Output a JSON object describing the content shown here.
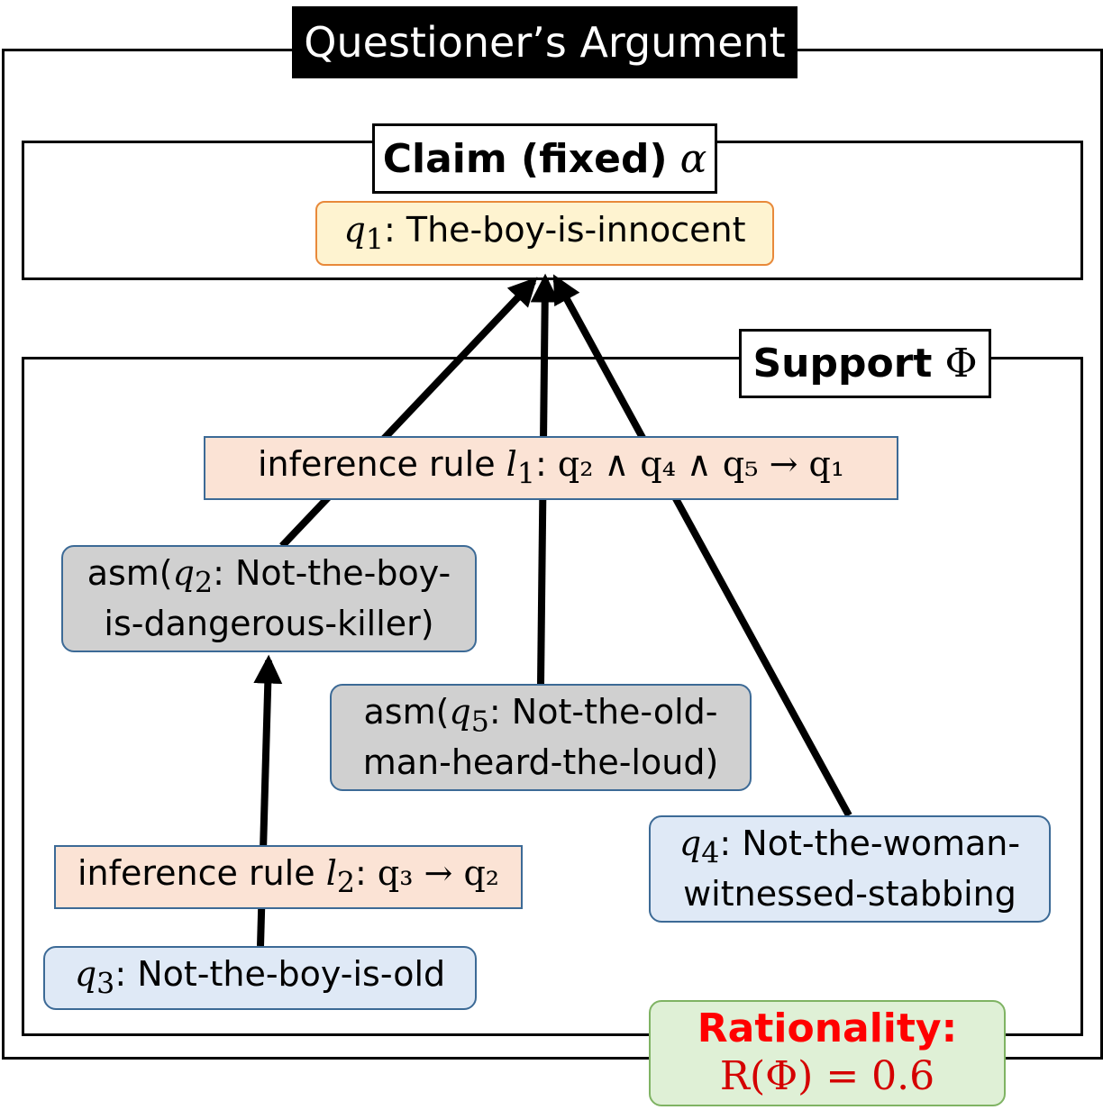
{
  "title": "Questioner’s Argument",
  "claim_section": {
    "label": "Claim (fixed)",
    "symbol": "α"
  },
  "support_section": {
    "label": "Support",
    "symbol": "Φ"
  },
  "nodes": {
    "q1": {
      "var": "q",
      "sub": "1",
      "text": ": The-boy-is-innocent"
    },
    "rule1": {
      "label": "inference rule ",
      "var": "l",
      "sub": "1",
      "rest": ": ",
      "formula": "q₂ ∧ q₄ ∧ q₅ → q₁"
    },
    "q2": {
      "prefix": "asm(",
      "var": "q",
      "sub": "2",
      "line1": ": Not-the-boy-",
      "line2": "is-dangerous-killer)"
    },
    "q5": {
      "prefix": "asm(",
      "var": "q",
      "sub": "5",
      "line1": ": Not-the-old-",
      "line2": "man-heard-the-loud)"
    },
    "q4": {
      "var": "q",
      "sub": "4",
      "line1": ": Not-the-woman-",
      "line2": "witnessed-stabbing"
    },
    "rule2": {
      "label": "inference rule ",
      "var": "l",
      "sub": "2",
      "rest": ": ",
      "formula": "q₃ → q₂"
    },
    "q3": {
      "var": "q",
      "sub": "3",
      "text": ": Not-the-boy-is-old"
    }
  },
  "rationality": {
    "label": "Rationality:",
    "formula": "R(Φ) = 0.6",
    "value": 0.6,
    "label_color": "#ff0000",
    "formula_color": "#d40000"
  },
  "colors": {
    "claim_fill": "#fef3d0",
    "claim_border": "#e8893a",
    "rule_fill": "#fbe3d5",
    "asm_fill": "#d0d0d0",
    "fact_fill": "#dfe9f6",
    "node_border": "#3c6a96",
    "rational_fill": "#dff0d6",
    "rational_border": "#7fb363"
  }
}
